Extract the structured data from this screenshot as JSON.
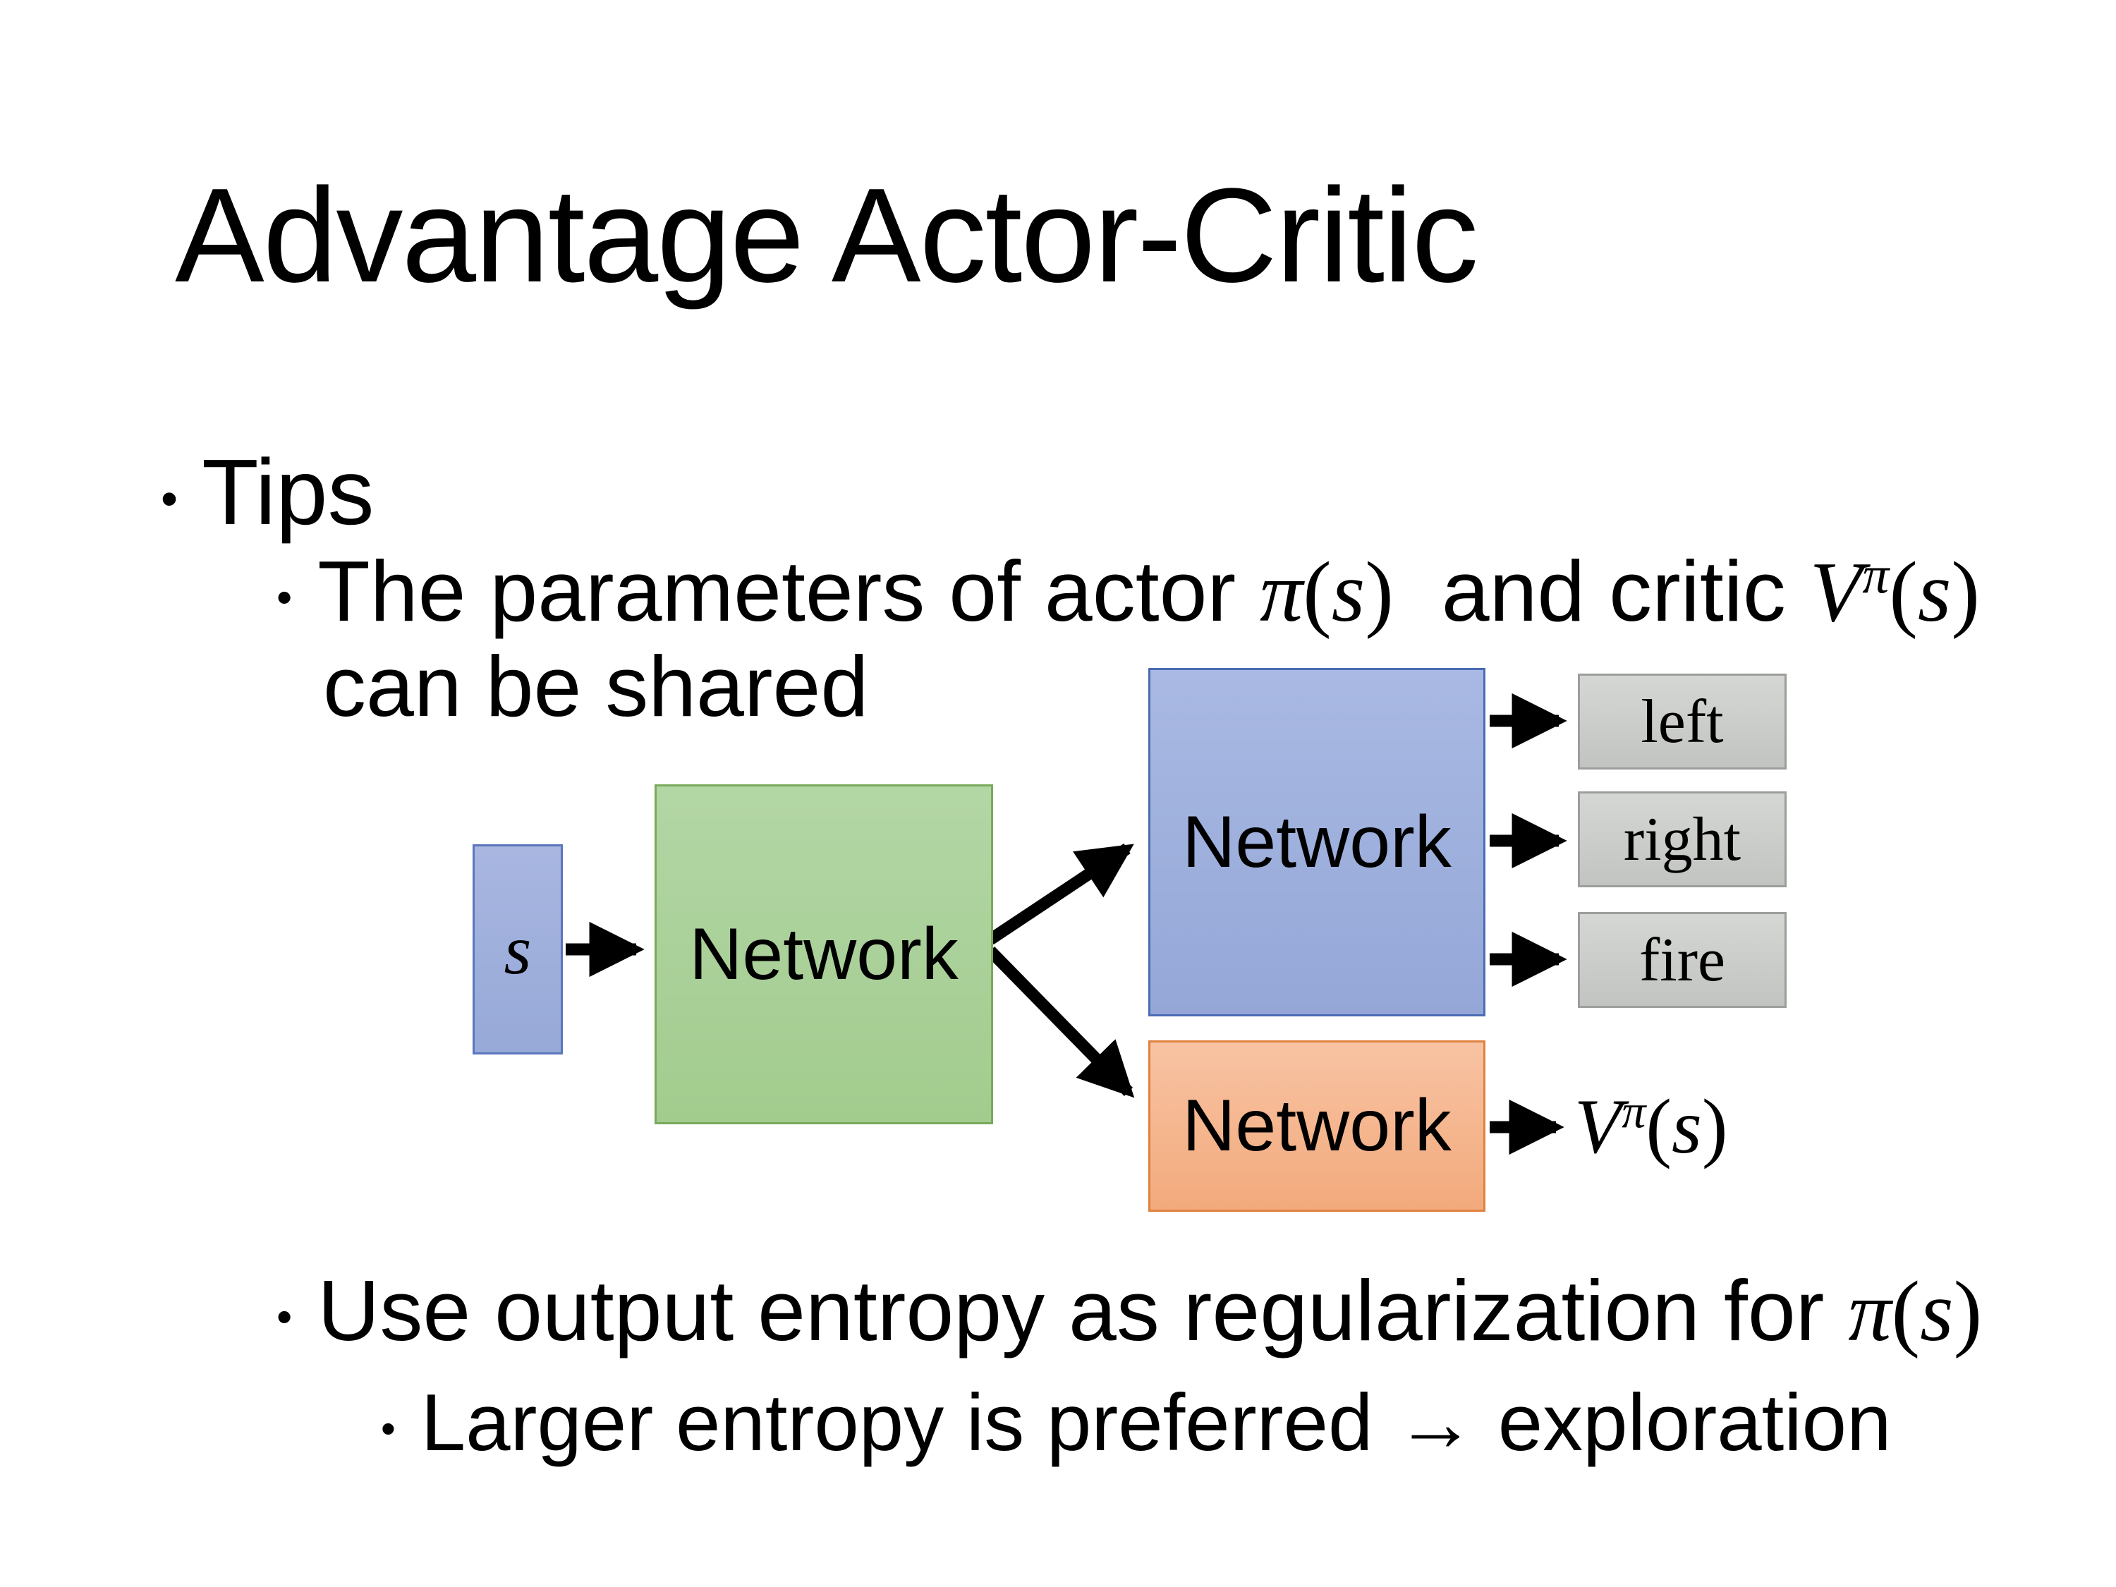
{
  "title": "Advantage Actor-Critic",
  "bullet_char": "•",
  "bullets": {
    "tips": "Tips",
    "param_prefix": "The parameters of actor ",
    "param_mid": "  and critic ",
    "param_line2": "can be shared",
    "entropy_prefix": "Use output entropy as regularization for ",
    "exploration": "Larger entropy is preferred → exploration"
  },
  "math": {
    "pi": "π",
    "V": "V",
    "s": "s",
    "open": "(",
    "close": ")"
  },
  "diagram": {
    "input_label": "s",
    "shared_label": "Network",
    "actor_label": "Network",
    "critic_label": "Network",
    "outputs": [
      "left",
      "right",
      "fire"
    ]
  },
  "colors": {
    "input_fill": "#9fb1dd",
    "shared_fill": "#aad096",
    "actor_fill": "#9fb1dd",
    "critic_fill": "#f5b68f",
    "output_fill": "#cbcccb",
    "arrow": "#000000",
    "text": "#000000",
    "background": "#ffffff"
  }
}
